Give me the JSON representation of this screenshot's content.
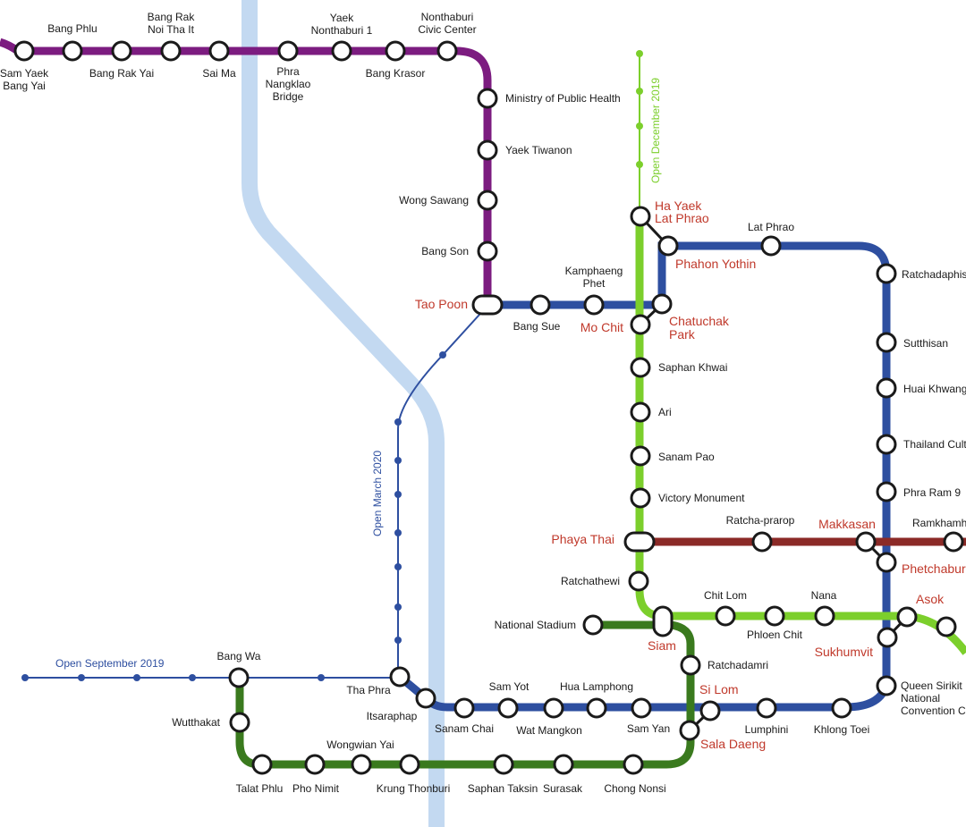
{
  "colors": {
    "purple": "#7c1c80",
    "blue": "#2e4fa0",
    "light_green": "#7ccf2c",
    "dark_green": "#3a7a1e",
    "maroon": "#8b2a27",
    "river": "#c3d9f1",
    "interchange_label": "#c0392b"
  },
  "notes": {
    "open_dec_2019": "Open December 2019",
    "open_mar_2020": "Open March 2020",
    "open_sep_2019": "Open September 2019"
  },
  "stations": {
    "sam_yaek_bang_yai": [
      "Sam Yaek",
      "Bang Yai"
    ],
    "bang_phlu": [
      "Bang Phlu"
    ],
    "bang_rak_yai": [
      "Bang Rak Yai"
    ],
    "bang_rak_noi_tha_it": [
      "Bang Rak",
      "Noi Tha It"
    ],
    "sai_ma": [
      "Sai Ma"
    ],
    "phra_nangklao_bridge": [
      "Phra",
      "Nangklao",
      "Bridge"
    ],
    "yaek_nonthaburi_1": [
      "Yaek",
      "Nonthaburi 1"
    ],
    "bang_krasor": [
      "Bang Krasor"
    ],
    "nonthaburi_civic_center": [
      "Nonthaburi",
      "Civic Center"
    ],
    "ministry_public_health": [
      "Ministry of Public Health"
    ],
    "yaek_tiwanon": [
      "Yaek Tiwanon"
    ],
    "wong_sawang": [
      "Wong Sawang"
    ],
    "bang_son": [
      "Bang Son"
    ],
    "tao_poon": [
      "Tao Poon"
    ],
    "bang_sue": [
      "Bang Sue"
    ],
    "kamphaeng_phet": [
      "Kamphaeng",
      "Phet"
    ],
    "mo_chit": [
      "Mo Chit"
    ],
    "chatuchak_park": [
      "Chatuchak",
      "Park"
    ],
    "ha_yaek_lat_phrao": [
      "Ha Yaek",
      "Lat Phrao"
    ],
    "phahon_yothin": [
      "Phahon Yothin"
    ],
    "lat_phrao": [
      "Lat Phrao"
    ],
    "ratchadaphisek": [
      "Ratchadaphis"
    ],
    "sutthisan": [
      "Sutthisan"
    ],
    "huai_khwang": [
      "Huai Khwang"
    ],
    "thailand_cultural": [
      "Thailand Cult"
    ],
    "phra_ram_9": [
      "Phra Ram 9"
    ],
    "saphan_khwai": [
      "Saphan Khwai"
    ],
    "ari": [
      "Ari"
    ],
    "sanam_pao": [
      "Sanam Pao"
    ],
    "victory_monument": [
      "Victory Monument"
    ],
    "phaya_thai": [
      "Phaya Thai"
    ],
    "ratcha_prarop": [
      "Ratcha-prarop"
    ],
    "makkasan": [
      "Makkasan"
    ],
    "ramkhamhaeng": [
      "Ramkhamh"
    ],
    "phetchaburi": [
      "Phetchabur"
    ],
    "ratchathewi": [
      "Ratchathewi"
    ],
    "national_stadium": [
      "National Stadium"
    ],
    "siam": [
      "Siam"
    ],
    "chit_lom": [
      "Chit Lom"
    ],
    "phloen_chit": [
      "Phloen Chit"
    ],
    "nana": [
      "Nana"
    ],
    "asok": [
      "Asok"
    ],
    "sukhumvit": [
      "Sukhumvit"
    ],
    "ratchadamri": [
      "Ratchadamri"
    ],
    "si_lom": [
      "Si Lom"
    ],
    "sala_daeng": [
      "Sala Daeng"
    ],
    "lumphini": [
      "Lumphini"
    ],
    "khlong_toei": [
      "Khlong Toei"
    ],
    "queen_sirikit": [
      "Queen Sirikit",
      "National",
      "Convention C"
    ],
    "bang_wa": [
      "Bang Wa"
    ],
    "wutthakat": [
      "Wutthakat"
    ],
    "tha_phra": [
      "Tha Phra"
    ],
    "itsaraphap": [
      "Itsaraphap"
    ],
    "sanam_chai": [
      "Sanam Chai"
    ],
    "sam_yot": [
      "Sam Yot"
    ],
    "wat_mangkon": [
      "Wat Mangkon"
    ],
    "hua_lamphong": [
      "Hua Lamphong"
    ],
    "sam_yan": [
      "Sam Yan"
    ],
    "talat_phlu": [
      "Talat Phlu"
    ],
    "pho_nimit": [
      "Pho Nimit"
    ],
    "wongwian_yai": [
      "Wongwian Yai"
    ],
    "krung_thonburi": [
      "Krung Thonburi"
    ],
    "saphan_taksin": [
      "Saphan Taksin"
    ],
    "surasak": [
      "Surasak"
    ],
    "chong_nonsi": [
      "Chong Nonsi"
    ]
  }
}
